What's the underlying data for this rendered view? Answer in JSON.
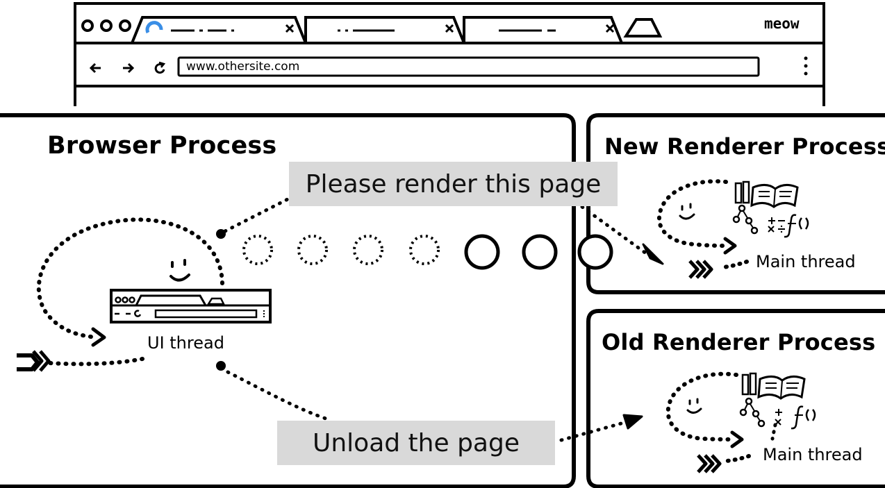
{
  "browser": {
    "app_name": "meow",
    "address": "www.othersite.com",
    "tabs": [
      {
        "state": "loading"
      },
      {
        "state": "idle"
      },
      {
        "state": "idle"
      }
    ]
  },
  "browser_process": {
    "title": "Browser Process",
    "thread_label": "UI thread"
  },
  "new_renderer": {
    "title": "New Renderer Process",
    "thread_label": "Main thread"
  },
  "old_renderer": {
    "title": "Old Renderer Process",
    "thread_label": "Main thread"
  },
  "messages": {
    "render_request": "Please render this page",
    "unload_request": "Unload the page"
  },
  "colors": {
    "ink": "#000000",
    "message_bg": "#d9d9d9",
    "spinner": "#3a8ee6"
  }
}
